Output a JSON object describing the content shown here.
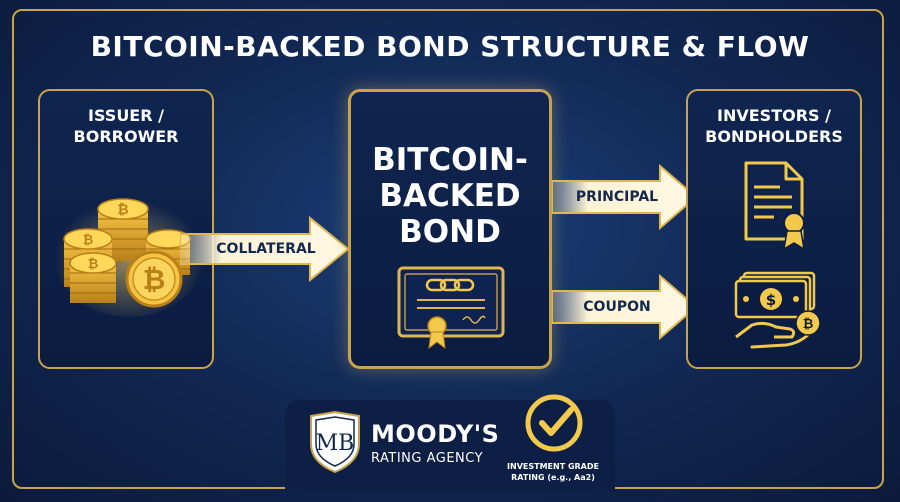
{
  "title": "BITCOIN-BACKED BOND STRUCTURE & FLOW",
  "issuer": {
    "line1": "ISSUER /",
    "line2": "BORROWER"
  },
  "bond": {
    "line1": "BITCOIN-",
    "line2": "BACKED",
    "line3": "BOND"
  },
  "investors": {
    "line1": "INVESTORS /",
    "line2": "BONDHOLDERS"
  },
  "arrows": {
    "collateral": "COLLATERAL",
    "principal": "PRINCIPAL",
    "coupon": "COUPON"
  },
  "agency": {
    "name": "MOODY'S",
    "subtitle": "RATING AGENCY",
    "monogram": "MB",
    "rating_line1": "INVESTMENT GRADE",
    "rating_line2": "RATING (e.g., Aa2)"
  },
  "icons": [
    "bitcoin-coin-stack-icon",
    "certificate-icon",
    "bond-document-icon",
    "cash-bitcoin-hand-icon",
    "shield-logo-icon",
    "checkmark-badge-icon"
  ],
  "colors": {
    "gold": "#c9a24a",
    "bright_gold": "#f2c94c",
    "navy": "#0b1c40",
    "white": "#ffffff"
  }
}
